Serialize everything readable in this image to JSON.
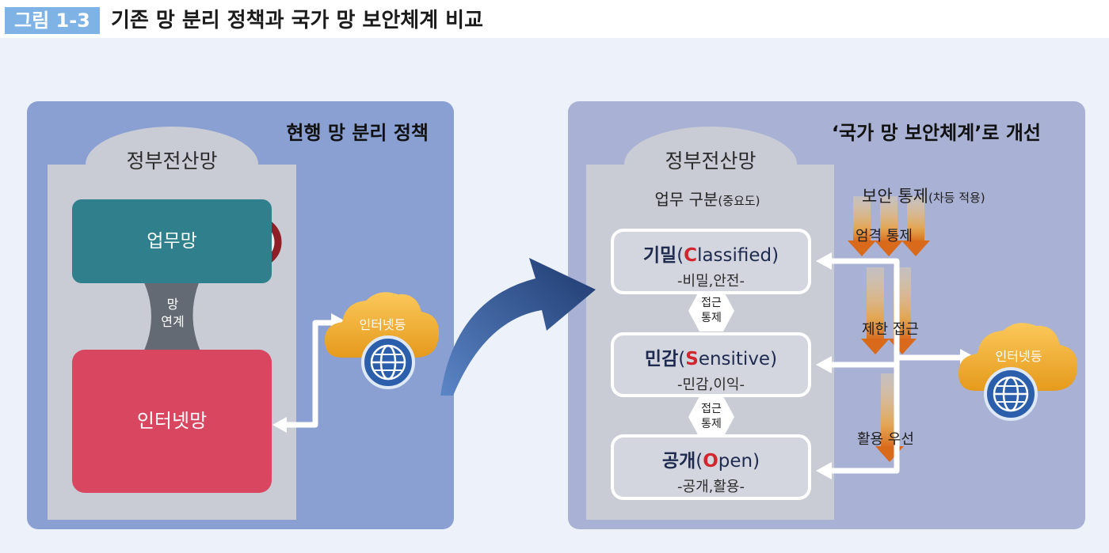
{
  "header": {
    "figure_tag": "그림 1-3",
    "title": "기존 망 분리 정책과 국가 망 보안체계 비교"
  },
  "left_panel": {
    "title": "현행 망 분리 정책",
    "gov_network": "정부전산망",
    "work_network": "업무망",
    "internet_network": "인터넷망",
    "link_line1": "망",
    "link_line2": "연계",
    "cloud_label": "인터넷등",
    "icons": [
      "no-entry-icon",
      "globe-icon",
      "cloud-icon"
    ]
  },
  "right_panel": {
    "title": "‘국가 망 보안체계’로 개선",
    "gov_network": "정부전산망",
    "classification": "업무 구분",
    "classification_note": "(중요도)",
    "tiers": [
      {
        "name": "기밀",
        "paren_open": "(",
        "initial": "C",
        "rest": "lassified",
        "paren_close": ")",
        "sub": "-비밀,안전-"
      },
      {
        "name": "민감",
        "paren_open": "(",
        "initial": "S",
        "rest": "ensitive",
        "paren_close": ")",
        "sub": "-민감,이익-"
      },
      {
        "name": "공개",
        "paren_open": "(",
        "initial": "O",
        "rest": "pen",
        "paren_close": ")",
        "sub": "-공개,활용-"
      }
    ],
    "access_control_line1": "접근",
    "access_control_line2": "통제",
    "security_control": "보안 통제",
    "security_control_note": "(차등 적용)",
    "strict_control": "엄격 통제",
    "restricted_access": "제한 접근",
    "utilization_first": "활용 우선",
    "cloud_label": "인터넷등",
    "icons": [
      "globe-icon",
      "cloud-icon"
    ]
  },
  "colors": {
    "left_panel_bg": "#8aa0d2",
    "right_panel_bg": "#a9b2d4",
    "work_network": "#2f7f8c",
    "internet_network": "#d8475f",
    "initial_letter": "#d2252e",
    "curved_arrow": "#23407a",
    "control_arrow": "#e0912a"
  }
}
